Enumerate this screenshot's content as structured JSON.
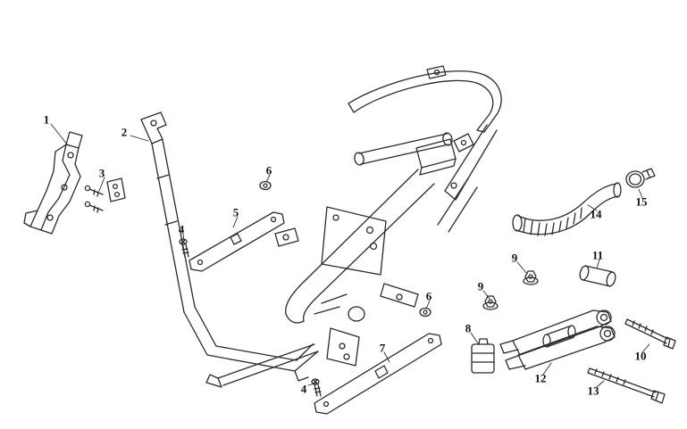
{
  "colors": {
    "background": "#ffffff",
    "line": "#2a2a2a",
    "label_text": "#111111"
  },
  "callouts": [
    {
      "label": "1"
    },
    {
      "label": "2"
    },
    {
      "label": "3"
    },
    {
      "label": "4"
    },
    {
      "label": "4"
    },
    {
      "label": "5"
    },
    {
      "label": "6"
    },
    {
      "label": "6"
    },
    {
      "label": "7"
    },
    {
      "label": "8"
    },
    {
      "label": "9"
    },
    {
      "label": "9"
    },
    {
      "label": "10"
    },
    {
      "label": "11"
    },
    {
      "label": "12"
    },
    {
      "label": "13"
    },
    {
      "label": "14"
    },
    {
      "label": "15"
    }
  ]
}
